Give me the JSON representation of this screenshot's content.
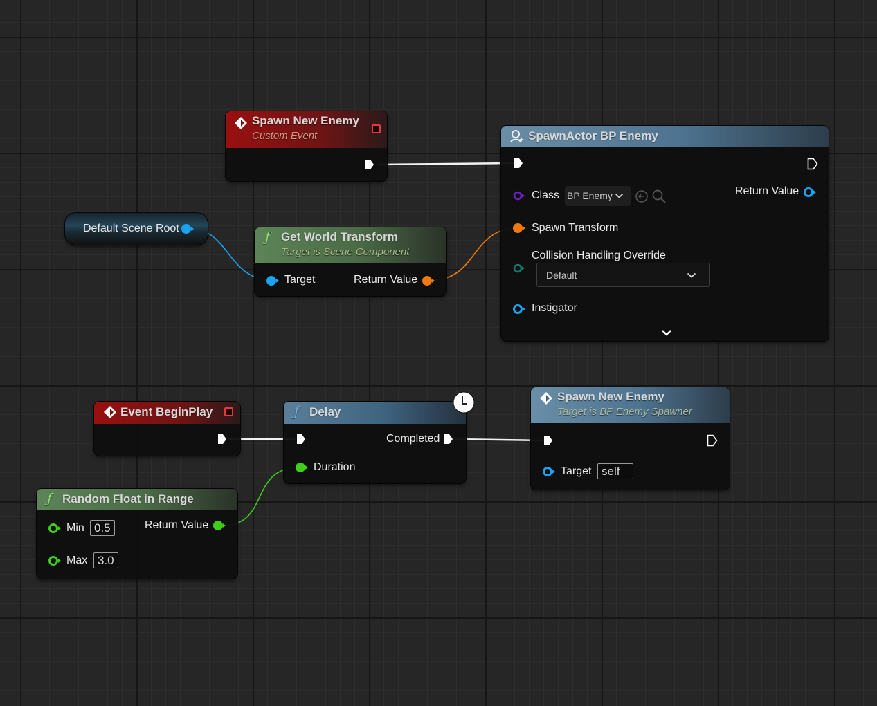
{
  "graph": {
    "nodes": {
      "custom_event": {
        "title": "Spawn New Enemy",
        "subtitle": "Custom Event"
      },
      "spawn_actor": {
        "title": "SpawnActor BP Enemy",
        "pins": {
          "class_label": "Class",
          "class_value": "BP Enemy",
          "return_value": "Return Value",
          "spawn_transform": "Spawn Transform",
          "collision_label": "Collision Handling Override",
          "collision_value": "Default",
          "instigator": "Instigator"
        }
      },
      "default_scene_root": {
        "title": "Default Scene Root"
      },
      "get_world_transform": {
        "title": "Get World Transform",
        "subtitle": "Target is Scene Component",
        "pins": {
          "target": "Target",
          "return_value": "Return Value"
        }
      },
      "event_begin_play": {
        "title": "Event BeginPlay"
      },
      "delay": {
        "title": "Delay",
        "pins": {
          "completed": "Completed",
          "duration": "Duration"
        }
      },
      "spawn_new_enemy_call": {
        "title": "Spawn New Enemy",
        "subtitle": "Target is BP Enemy Spawner",
        "pins": {
          "target": "Target",
          "target_value": "self"
        }
      },
      "random_float": {
        "title": "Random Float in Range",
        "pins": {
          "min": "Min",
          "min_value": "0.5",
          "max": "Max",
          "max_value": "3.0",
          "return_value": "Return Value"
        }
      }
    }
  },
  "colors": {
    "exec": "#ffffff",
    "object_pin": "#1aa3f0",
    "transform_pin": "#f07a10",
    "float_pin": "#3fcf18",
    "class_pin": "#6a1fc8",
    "enum_pin": "#0f7a6a",
    "event_header": "#9a1010",
    "pure_header": "#5d8458",
    "function_header": "#4d7390"
  }
}
